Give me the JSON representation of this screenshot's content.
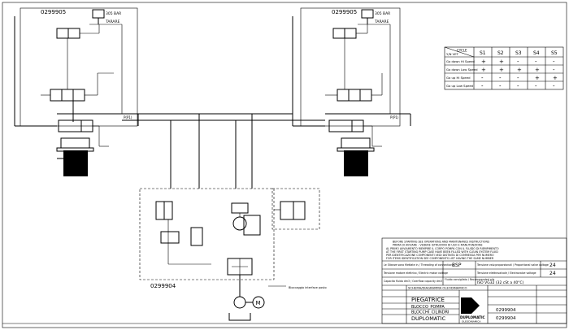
{
  "circuits": {
    "left_code": "0299905",
    "right_code": "0299905",
    "bottom_code": "0299904",
    "bar_label": "305 BAR",
    "tarare": "TARARE",
    "pipe_label": "P(P1)",
    "blocking_label": "Bloccaggio interface posto",
    "motor_label": "M"
  },
  "cycle_table": {
    "title": "CYCLE",
    "corner": "Y/N VET",
    "columns": [
      "S1",
      "S2",
      "S3",
      "S4",
      "S5"
    ],
    "rows": [
      {
        "label": "Go down Hi Speed",
        "cells": [
          "+",
          "+",
          "-",
          "-",
          "-"
        ]
      },
      {
        "label": "Go down Low Speed",
        "cells": [
          "+",
          "+",
          "+",
          "+",
          "-"
        ]
      },
      {
        "label": "Go up Hi Speed",
        "cells": [
          "-",
          "-",
          "-",
          "+",
          "+"
        ]
      },
      {
        "label": "Go up Low Speed",
        "cells": [
          "-",
          "-",
          "-",
          "-",
          "-"
        ]
      }
    ]
  },
  "title_block": {
    "notes": [
      "BEFORE STARTING SEE OPERATIONS AND MAINTENANCE INSTRUCTIONS",
      "PRIMA DI AVVIARE - VEDERE ISTRUZIONI DI USO E MANUTENZIONE",
      "AL PRIMO AVVIAMENTO RIEMPIRE IL CORPO POMPA CON IL FLUIDO DI RIEMPIMENTO",
      "AT THE FIRST STARTING PUMP CASE HAVE BEEN FILLED WITH CLEAN SYSTEM FLUID",
      "PER IDENTIFICAZIONE COMPONENTI VEDI DISTINTA DI COMMESSA PER NUMERO",
      "FOR ITEMS IDENTIFICATION SEE COMPONENTS LIST HAVING THE SAME NUMBER"
    ],
    "specs": [
      {
        "label": "Le Sitanze sono filettate in / Threading of connections",
        "value": "BSP",
        "label2": "Tensione valv.proporzionali / Proportional valve voltage",
        "value2": "24"
      },
      {
        "label": "Tensione motore elettrico / Electric motor voltage",
        "value": "",
        "label2": "Tensione elettrovalvole / Electrovalve voltage",
        "value2": "24"
      },
      {
        "label": "Capacita fluido dm3 / Overflow capacity dm3",
        "value": "",
        "label2": "Fluido consigliato / Recommended oils",
        "value2": "ISO VG32 (32 cSt a 40°C)"
      }
    ],
    "scheme_label": "SCHEMA/DIAGRAMMA OLEODINAMICO",
    "project": "PIEGATRICE",
    "desc1": "BLOCCO_POMPA",
    "desc2": "BLOCCHI_CILINDRI",
    "drawing_no": "0299904",
    "company": "DUPLOMATIC",
    "logo_text": "DUPLOMATIC",
    "logo_sub": "OLEODINAMICA"
  }
}
